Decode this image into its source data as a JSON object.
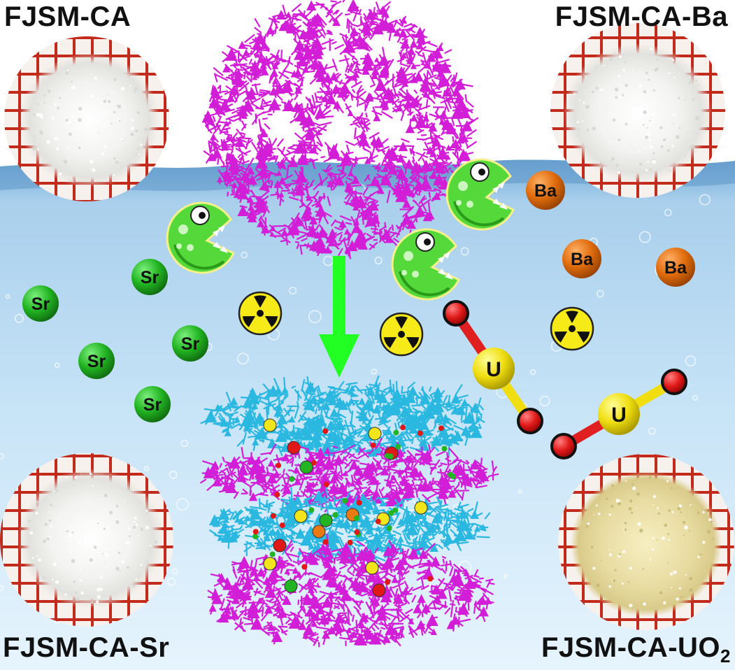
{
  "labels": {
    "top_left": "FJSM-CA",
    "top_right": "FJSM-CA-Ba",
    "bottom_left": "FJSM-CA-Sr",
    "bottom_right_main": "FJSM-CA-UO",
    "bottom_right_sub": "2"
  },
  "ions": {
    "sr": "Sr",
    "ba": "Ba",
    "u": "U"
  },
  "colors": {
    "framework_top": "#d21ed6",
    "framework_cyan": "#2ab8e0",
    "arrow": "#22ff22",
    "sr_ball": "#22b422",
    "ba_ball": "#e87a12",
    "u_ball": "#f2e51c",
    "oxygen": "#e01818",
    "water_top": "#9dc8e6",
    "water_bottom": "#d4ecfb",
    "grid_red": "#c22a1c"
  },
  "icons": [
    "monster-icon",
    "radiation-icon",
    "uranyl-molecule-icon"
  ]
}
